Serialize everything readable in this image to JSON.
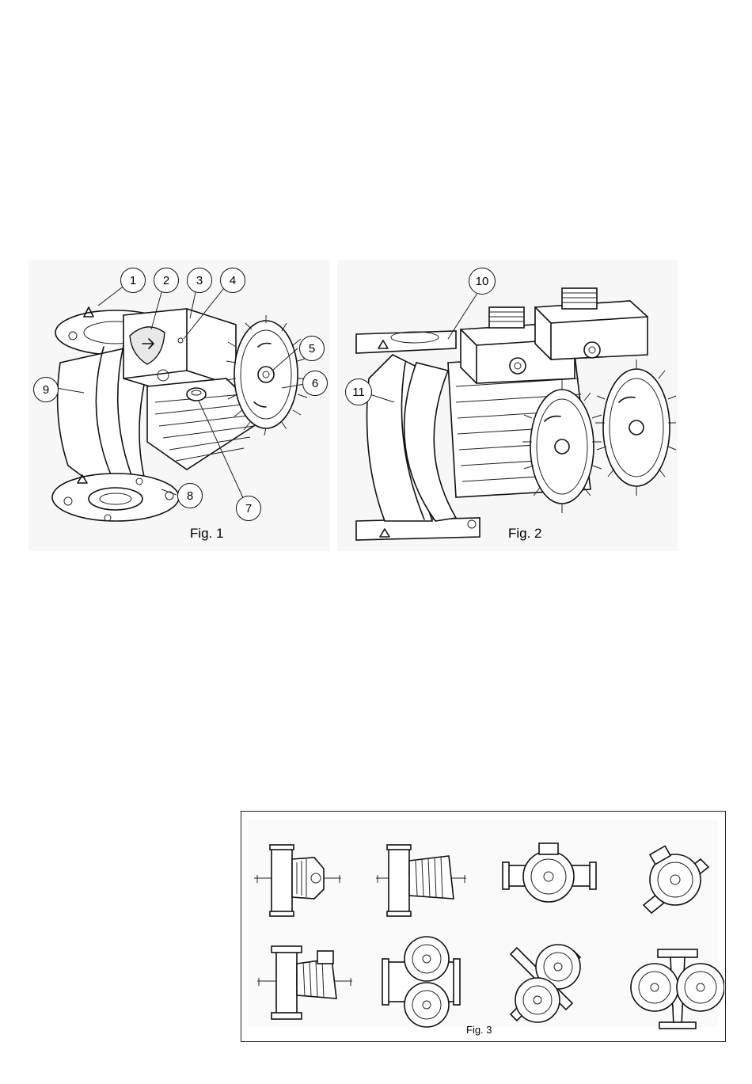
{
  "figures": {
    "fig1": {
      "label": "Fig. 1",
      "callouts": [
        "1",
        "2",
        "3",
        "4",
        "5",
        "6",
        "7",
        "8",
        "9"
      ]
    },
    "fig2": {
      "label": "Fig. 2",
      "callouts": [
        "10",
        "11"
      ]
    },
    "fig3": {
      "label": "Fig. 3"
    }
  }
}
